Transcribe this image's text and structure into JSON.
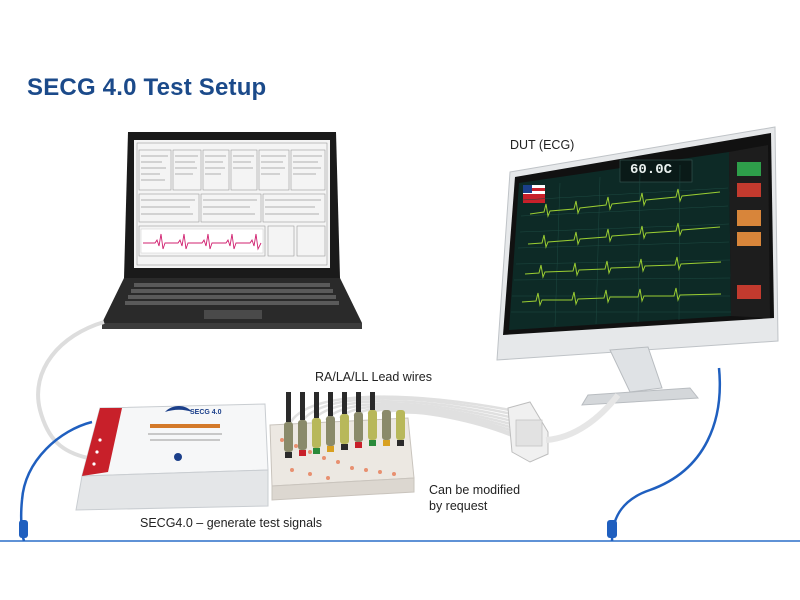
{
  "title": "SECG 4.0 Test Setup",
  "labels": {
    "dut": "DUT (ECG)",
    "lead_wires": "RA/LA/LL Lead wires",
    "modified_line1": "Can be modified",
    "modified_line2": "by request",
    "secg_caption": "SECG4.0 – generate test signals"
  },
  "monitor": {
    "hr_value": "60.0C"
  },
  "device": {
    "brand": "SECG 4.0"
  },
  "colors": {
    "title": "#1b4a8a",
    "cable_blue": "#1f5fbf",
    "ground_line": "#2a6fc9",
    "ecg_trace": "#9acd32",
    "monitor_screen": "#0d2a26",
    "device_red": "#c8202a"
  }
}
